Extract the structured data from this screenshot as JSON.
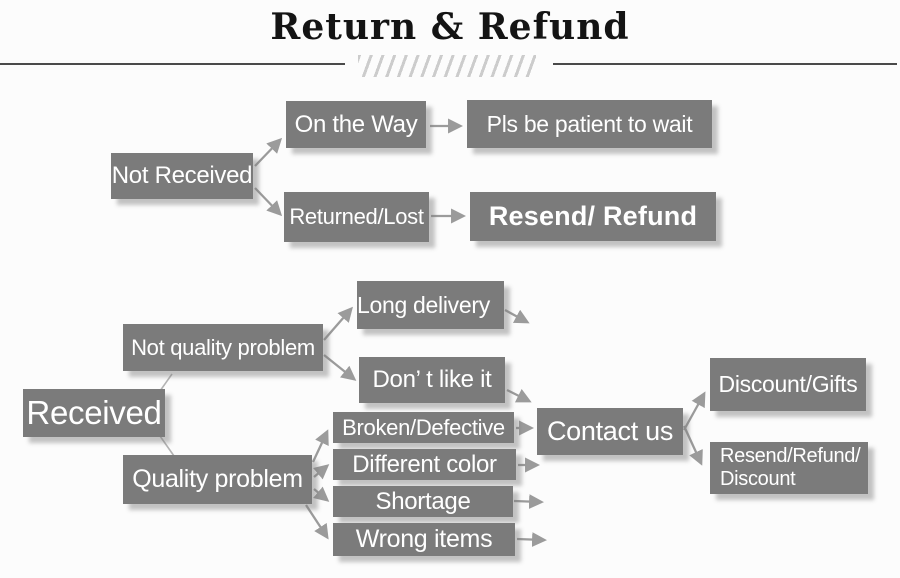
{
  "title": "Return & Refund",
  "colors": {
    "box": "#7b7b7b",
    "text": "#ffffff",
    "arrow": "#9b9b9b",
    "connector": "#b3b3b3",
    "title_text": "#141414",
    "rule": "#4a4a4a",
    "hatch": "#cccccc",
    "background": "#fcfcfc"
  },
  "nodes": {
    "not_received": {
      "label": "Not Received"
    },
    "on_the_way": {
      "label": "On the Way"
    },
    "pls_be_patient": {
      "label": "Pls be patient to wait"
    },
    "returned_lost": {
      "label": "Returned/Lost"
    },
    "resend_refund": {
      "label": "Resend/ Refund"
    },
    "received": {
      "label": "Received"
    },
    "not_quality_problem": {
      "label": "Not quality problem"
    },
    "quality_problem": {
      "label": "Quality problem"
    },
    "long_delivery": {
      "label": "Long delivery"
    },
    "dont_like_it": {
      "label": "Don’ t like it"
    },
    "broken_defective": {
      "label": "Broken/Defective"
    },
    "different_color": {
      "label": "Different color"
    },
    "shortage": {
      "label": "Shortage"
    },
    "wrong_items": {
      "label": "Wrong items"
    },
    "contact_us": {
      "label": "Contact us"
    },
    "discount_gifts": {
      "label": "Discount/Gifts"
    },
    "resend_refund_discount": {
      "lines": [
        "Resend/Refund/",
        "Discount"
      ]
    }
  }
}
